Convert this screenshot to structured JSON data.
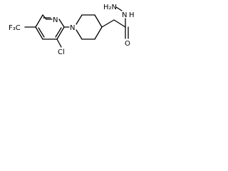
{
  "molecule": {
    "atoms": {
      "n_pyridine": "N",
      "n_piperidine": "N",
      "chlorine": "Cl",
      "trifluoromethyl": "F₃C",
      "hydrazide_amine": "H₂N",
      "hydrazide_nh": "N",
      "hydrazide_h": "H",
      "carbonyl_oxygen": "O"
    }
  }
}
